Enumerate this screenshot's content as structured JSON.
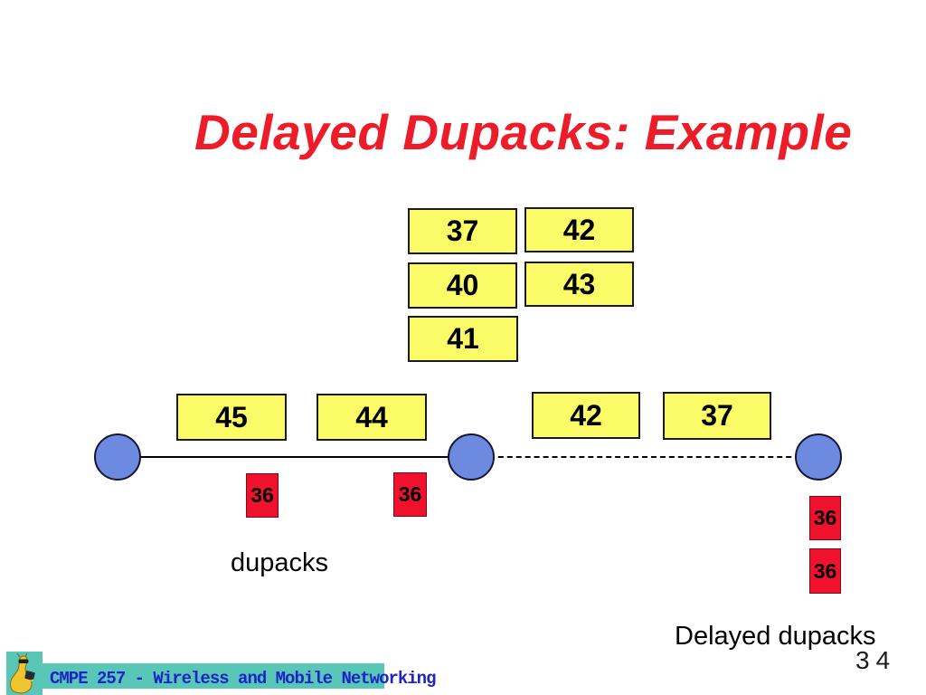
{
  "title": "Delayed Dupacks: Example",
  "page_number": "34",
  "footer": {
    "course": "CMPE 257 - Wireless and Mobile Networking",
    "logo": "banana-slug-mascot"
  },
  "labels": {
    "dupacks": "dupacks",
    "delayed_dupacks": "Delayed dupacks"
  },
  "packets": {
    "buffer": [
      "37",
      "42",
      "40",
      "43",
      "41"
    ],
    "link_left": [
      "45",
      "44"
    ],
    "link_right": [
      "42",
      "37"
    ],
    "dupacks_left": [
      "36",
      "36"
    ],
    "dupacks_right": [
      "36",
      "36"
    ]
  },
  "colors": {
    "title_red": "#ed1c29",
    "packet_yellow": "#fbfb67",
    "dupack_red": "#f0122d",
    "node_blue": "#6b8ae0",
    "banner_teal": "#59c7b7",
    "footer_text_blue": "#1c24c8",
    "line_black": "#000000"
  }
}
